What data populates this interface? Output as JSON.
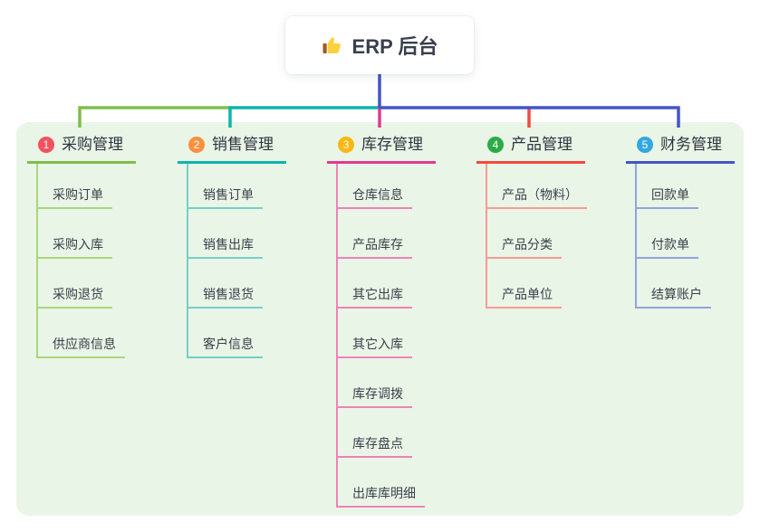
{
  "canvas": {
    "background": "#ffffff",
    "panel_background": "#e9f5e6"
  },
  "root": {
    "title": "ERP 后台",
    "icon": "thumbs-up-icon",
    "connector_color": "#4355c4"
  },
  "branches": [
    {
      "badge": "1",
      "label": "采购管理",
      "badge_color": "#f4515f",
      "line_color": "#7fbe4a",
      "child_line_color": "#aad57d",
      "children": [
        "采购订单",
        "采购入库",
        "采购退货",
        "供应商信息"
      ]
    },
    {
      "badge": "2",
      "label": "销售管理",
      "badge_color": "#fd8f3f",
      "line_color": "#0cb5ac",
      "child_line_color": "#76cfc7",
      "children": [
        "销售订单",
        "销售出库",
        "销售退货",
        "客户信息"
      ]
    },
    {
      "badge": "3",
      "label": "库存管理",
      "badge_color": "#fbb713",
      "line_color": "#e03a92",
      "child_line_color": "#ee82b8",
      "children": [
        "仓库信息",
        "产品库存",
        "其它出库",
        "其它入库",
        "库存调拨",
        "库存盘点",
        "出库库明细"
      ]
    },
    {
      "badge": "4",
      "label": "产品管理",
      "badge_color": "#2cab47",
      "line_color": "#f04a42",
      "child_line_color": "#f59d95",
      "children": [
        "产品（物料）",
        "产品分类",
        "产品单位"
      ]
    },
    {
      "badge": "5",
      "label": "财务管理",
      "badge_color": "#33a7e0",
      "line_color": "#4355c4",
      "child_line_color": "#92a3de",
      "children": [
        "回款单",
        "付款单",
        "结算账户"
      ]
    }
  ]
}
